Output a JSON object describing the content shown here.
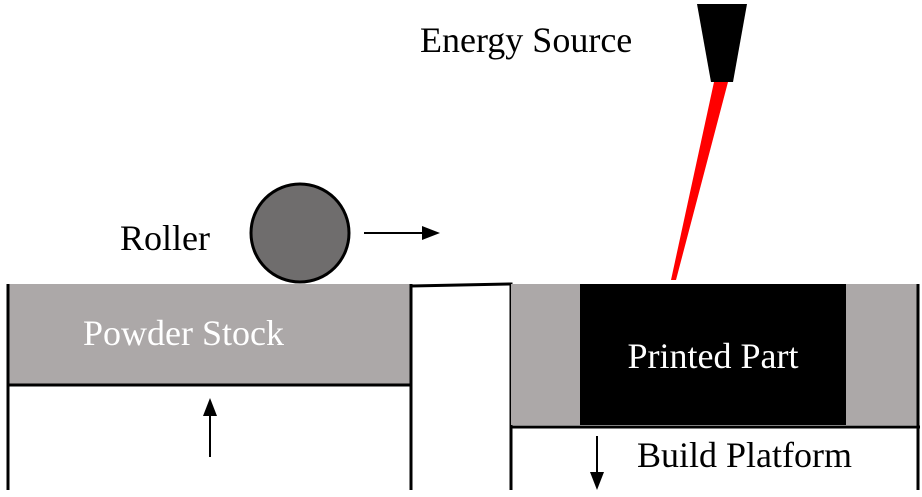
{
  "labels": {
    "energy_source": "Energy Source",
    "roller": "Roller",
    "powder_stock": "Powder Stock",
    "printed_part": "Printed Part",
    "build_platform": "Build Platform"
  },
  "colors": {
    "powder": "#aca8a8",
    "printed_part": "#000000",
    "roller_fill": "#6f6d6d",
    "laser": "#ff0000",
    "nozzle": "#000000",
    "outline": "#000000",
    "light_text": "#ffffff",
    "dark_text": "#000000"
  }
}
